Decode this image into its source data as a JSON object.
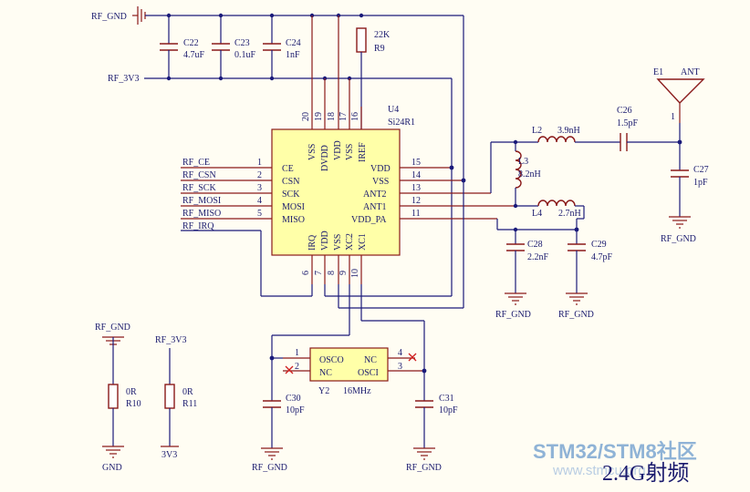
{
  "nets": {
    "rf_gnd": "RF_GND",
    "rf_3v3": "RF_3V3",
    "gnd": "GND",
    "v3v3": "3V3"
  },
  "ic": {
    "ref": "U4",
    "part": "Si24R1",
    "left_pins": [
      {
        "num": "1",
        "name": "CE",
        "net": "RF_CE"
      },
      {
        "num": "2",
        "name": "CSN",
        "net": "RF_CSN"
      },
      {
        "num": "3",
        "name": "SCK",
        "net": "RF_SCK"
      },
      {
        "num": "4",
        "name": "MOSI",
        "net": "RF_MOSI"
      },
      {
        "num": "5",
        "name": "MISO",
        "net": "RF_MISO"
      },
      {
        "num": "",
        "name": "",
        "net": "RF_IRQ"
      }
    ],
    "right_pins": [
      {
        "num": "15",
        "name": "VDD"
      },
      {
        "num": "14",
        "name": "VSS"
      },
      {
        "num": "13",
        "name": "ANT2"
      },
      {
        "num": "12",
        "name": "ANT1"
      },
      {
        "num": "11",
        "name": "VDD_PA"
      }
    ],
    "top_pins": [
      {
        "num": "20",
        "name": "VSS"
      },
      {
        "num": "19",
        "name": "DVDD"
      },
      {
        "num": "18",
        "name": "VDD"
      },
      {
        "num": "17",
        "name": "VSS"
      },
      {
        "num": "16",
        "name": "IREF"
      }
    ],
    "bottom_pins": [
      {
        "num": "6",
        "name": "IRQ"
      },
      {
        "num": "7",
        "name": "VDD"
      },
      {
        "num": "8",
        "name": "VSS"
      },
      {
        "num": "9",
        "name": "XC2"
      },
      {
        "num": "10",
        "name": "XC1"
      }
    ]
  },
  "components": {
    "c22": {
      "ref": "C22",
      "value": "4.7uF"
    },
    "c23": {
      "ref": "C23",
      "value": "0.1uF"
    },
    "c24": {
      "ref": "C24",
      "value": "1nF"
    },
    "r9": {
      "ref": "R9",
      "value": "22K"
    },
    "l2": {
      "ref": "L2",
      "value": "3.9nH"
    },
    "c26": {
      "ref": "C26",
      "value": "1.5pF"
    },
    "l3": {
      "ref": "L3",
      "value": "8.2nH"
    },
    "l4": {
      "ref": "L4",
      "value": "2.7nH"
    },
    "c27": {
      "ref": "C27",
      "value": "1pF"
    },
    "c28": {
      "ref": "C28",
      "value": "2.2nF"
    },
    "c29": {
      "ref": "C29",
      "value": "4.7pF"
    },
    "e1": {
      "ref": "E1",
      "value": "ANT"
    },
    "y2": {
      "ref": "Y2",
      "value": "16MHz",
      "pins": [
        {
          "num": "1",
          "name": "OSCO"
        },
        {
          "num": "2",
          "name": "NC"
        },
        {
          "num": "3",
          "name": "OSCI"
        },
        {
          "num": "4",
          "name": "NC"
        }
      ]
    },
    "c30": {
      "ref": "C30",
      "value": "10pF"
    },
    "c31": {
      "ref": "C31",
      "value": "10pF"
    },
    "r10": {
      "ref": "R10",
      "value": "0R"
    },
    "r11": {
      "ref": "R11",
      "value": "0R"
    }
  },
  "watermark": "STM32/STM8社区",
  "watermark_url": "www.stmcu.org",
  "caption": "2.4G射频"
}
